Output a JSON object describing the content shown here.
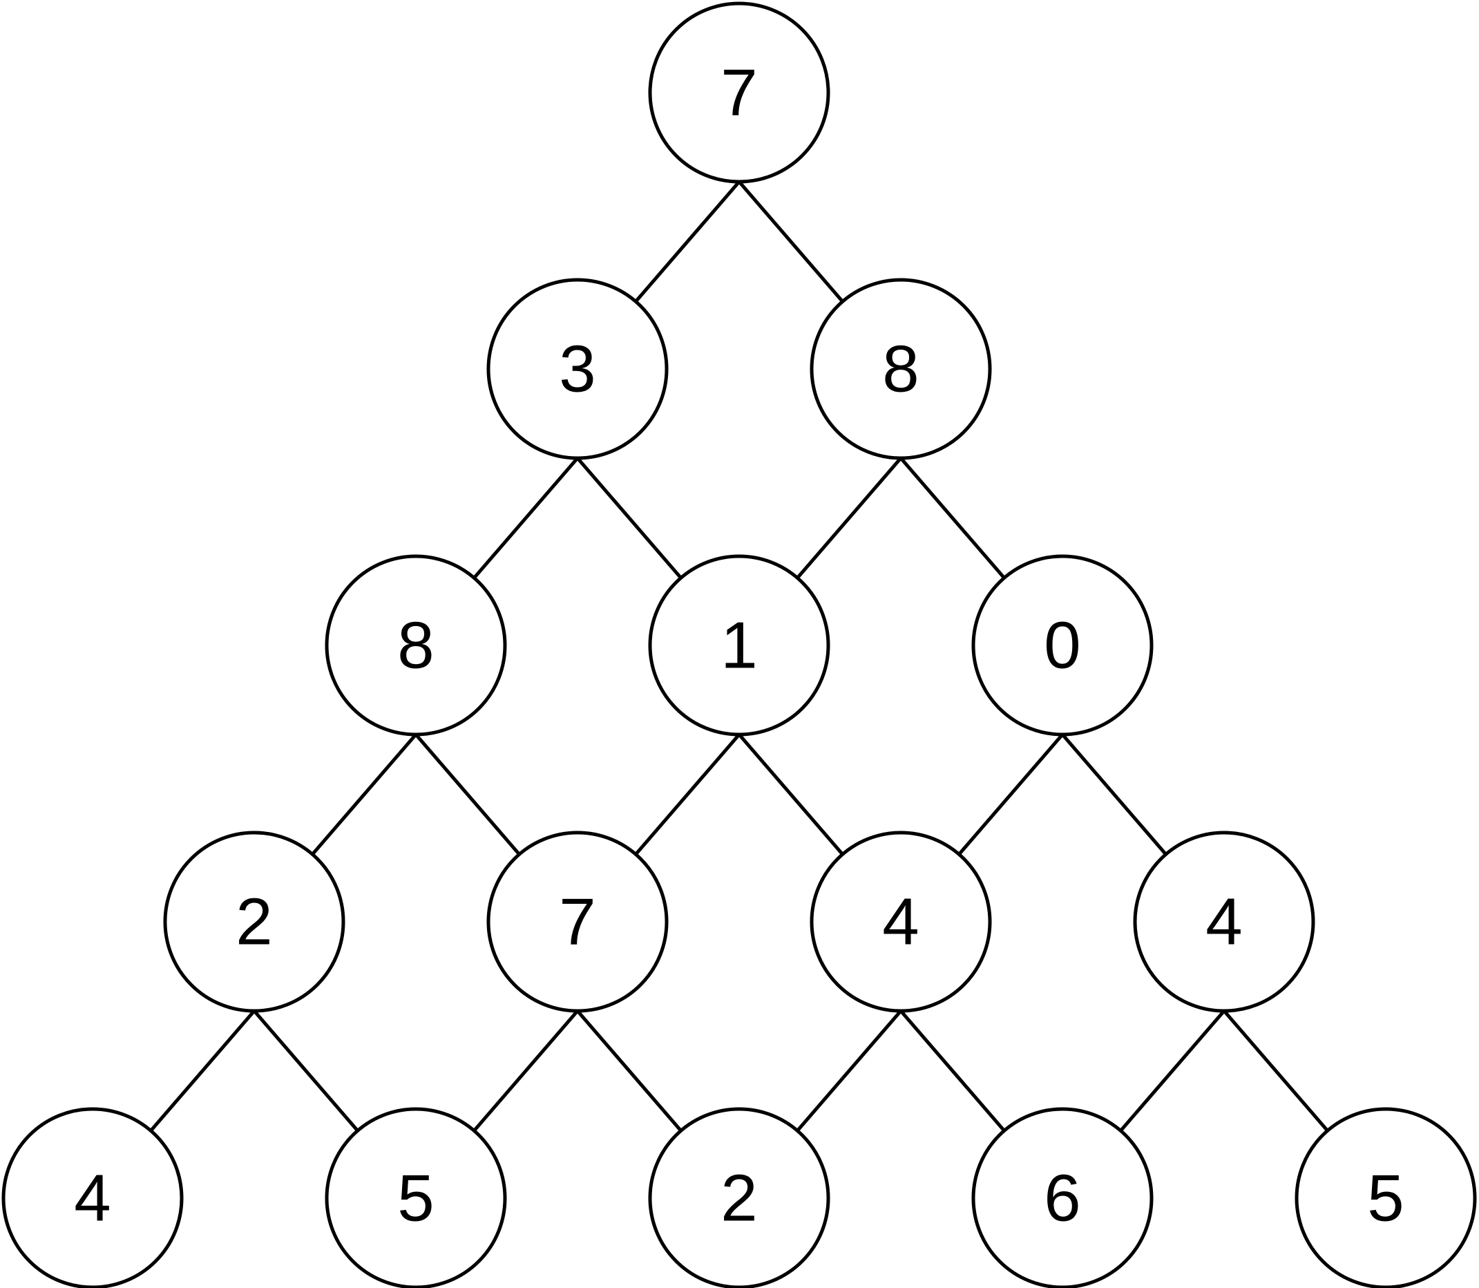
{
  "diagram": {
    "type": "number-triangle",
    "rows": [
      [
        "7"
      ],
      [
        "3",
        "8"
      ],
      [
        "8",
        "1",
        "0"
      ],
      [
        "2",
        "7",
        "4",
        "4"
      ],
      [
        "4",
        "5",
        "2",
        "6",
        "5"
      ]
    ],
    "colors": {
      "stroke": "#000000",
      "fill": "#ffffff",
      "text": "#000000"
    }
  }
}
